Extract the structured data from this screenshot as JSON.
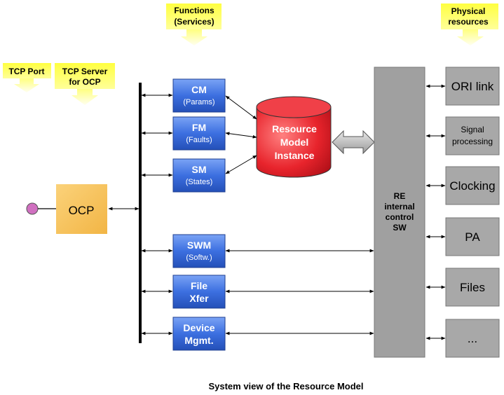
{
  "callouts": {
    "functions": [
      "Functions",
      "(Services)"
    ],
    "physical": [
      "Physical",
      "resources"
    ],
    "tcp_port": [
      "TCP Port"
    ],
    "tcp_server": [
      "TCP Server",
      "for OCP"
    ]
  },
  "ocp": {
    "label": "OCP"
  },
  "services": [
    {
      "title": "CM",
      "sub": "(Params)"
    },
    {
      "title": "FM",
      "sub": "(Faults)"
    },
    {
      "title": "SM",
      "sub": "(States)"
    },
    {
      "title": "SWM",
      "sub": "(Softw.)"
    },
    {
      "title": "File",
      "sub": "Xfer"
    },
    {
      "title": "Device",
      "sub": "Mgmt."
    }
  ],
  "resource_model": [
    "Resource",
    "Model",
    "Instance"
  ],
  "re_control": [
    "RE",
    "internal",
    "control",
    "SW"
  ],
  "physical_resources": [
    {
      "lines": [
        "ORI link"
      ]
    },
    {
      "lines": [
        "Signal",
        "processing"
      ]
    },
    {
      "lines": [
        "Clocking"
      ]
    },
    {
      "lines": [
        "PA"
      ]
    },
    {
      "lines": [
        "Files"
      ]
    },
    {
      "lines": [
        "..."
      ]
    }
  ],
  "caption": "System view of the Resource Model",
  "colors": {
    "callout_fill": "#ffff33",
    "ocp_fill": "#f8c060",
    "service_fill": "#3a6fd8",
    "cylinder_fill": "#e8242c",
    "re_fill": "#a0a0a0",
    "phys_fill": "#a8a8a8"
  }
}
